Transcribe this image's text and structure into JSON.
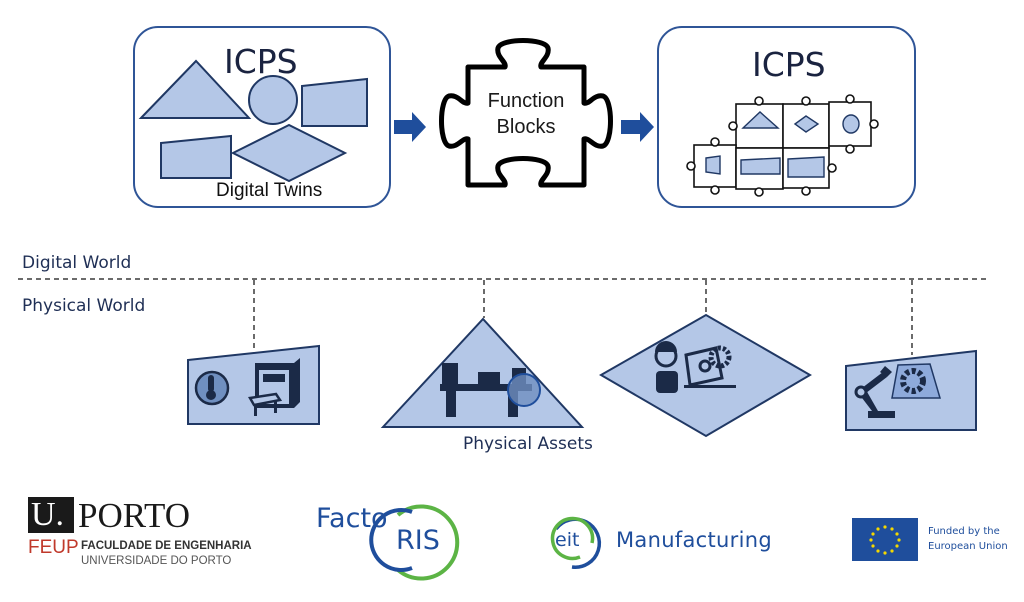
{
  "diagram": {
    "left_box": {
      "title": "ICPS",
      "caption": "Digital Twins"
    },
    "center": {
      "label_line1": "Function",
      "label_line2": "Blocks"
    },
    "right_box": {
      "title": "ICPS"
    },
    "layers": {
      "digital": "Digital World",
      "physical": "Physical World"
    },
    "physical_assets_label": "Physical Assets"
  },
  "colors": {
    "shape_fill": "#b4c7e7",
    "shape_stroke": "#203864",
    "box_stroke": "#2f5597",
    "arrow": "#1f4e9c",
    "icon_dark": "#1b2a47",
    "dashed": "#3a3a3a"
  },
  "logos": {
    "uporto": {
      "u": "U.",
      "porto": "PORTO",
      "feup": "FEUP",
      "faculty": "FACULDADE DE ENGENHARIA",
      "university": "UNIVERSIDADE DO PORTO"
    },
    "factoris": {
      "part1": "Facto",
      "part2": "RIS"
    },
    "eit": {
      "mark": "eit",
      "name": "Manufacturing"
    },
    "eu": {
      "line1": "Funded by the",
      "line2": "European Union"
    }
  }
}
